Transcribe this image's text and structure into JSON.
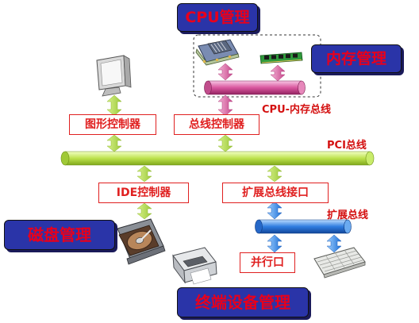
{
  "callouts": {
    "cpu": "CPU管理",
    "memory": "内存管理",
    "disk": "磁盘管理",
    "terminal": "终端设备管理"
  },
  "controllers": {
    "graphics": "图形控制器",
    "bus": "总线控制器",
    "ide": "IDE控制器",
    "expansion_interface": "扩展总线接口",
    "parallel_port": "并行口"
  },
  "buses": {
    "cpu_memory": "CPU-内存总线",
    "pci": "PCI总线",
    "expansion": "扩展总线"
  },
  "icons": [
    "monitor-icon",
    "cpu-chip-icon",
    "memory-module-icon",
    "hard-disk-icon",
    "printer-icon",
    "keyboard-icon"
  ],
  "colors": {
    "callout_bg": "#2a34a8",
    "callout_text": "#e8001c",
    "pci_bus": "#b7df4a",
    "cpu_mem_bus": "#d9569e",
    "expansion_bus": "#2f7de0",
    "label_red": "#d41010"
  }
}
